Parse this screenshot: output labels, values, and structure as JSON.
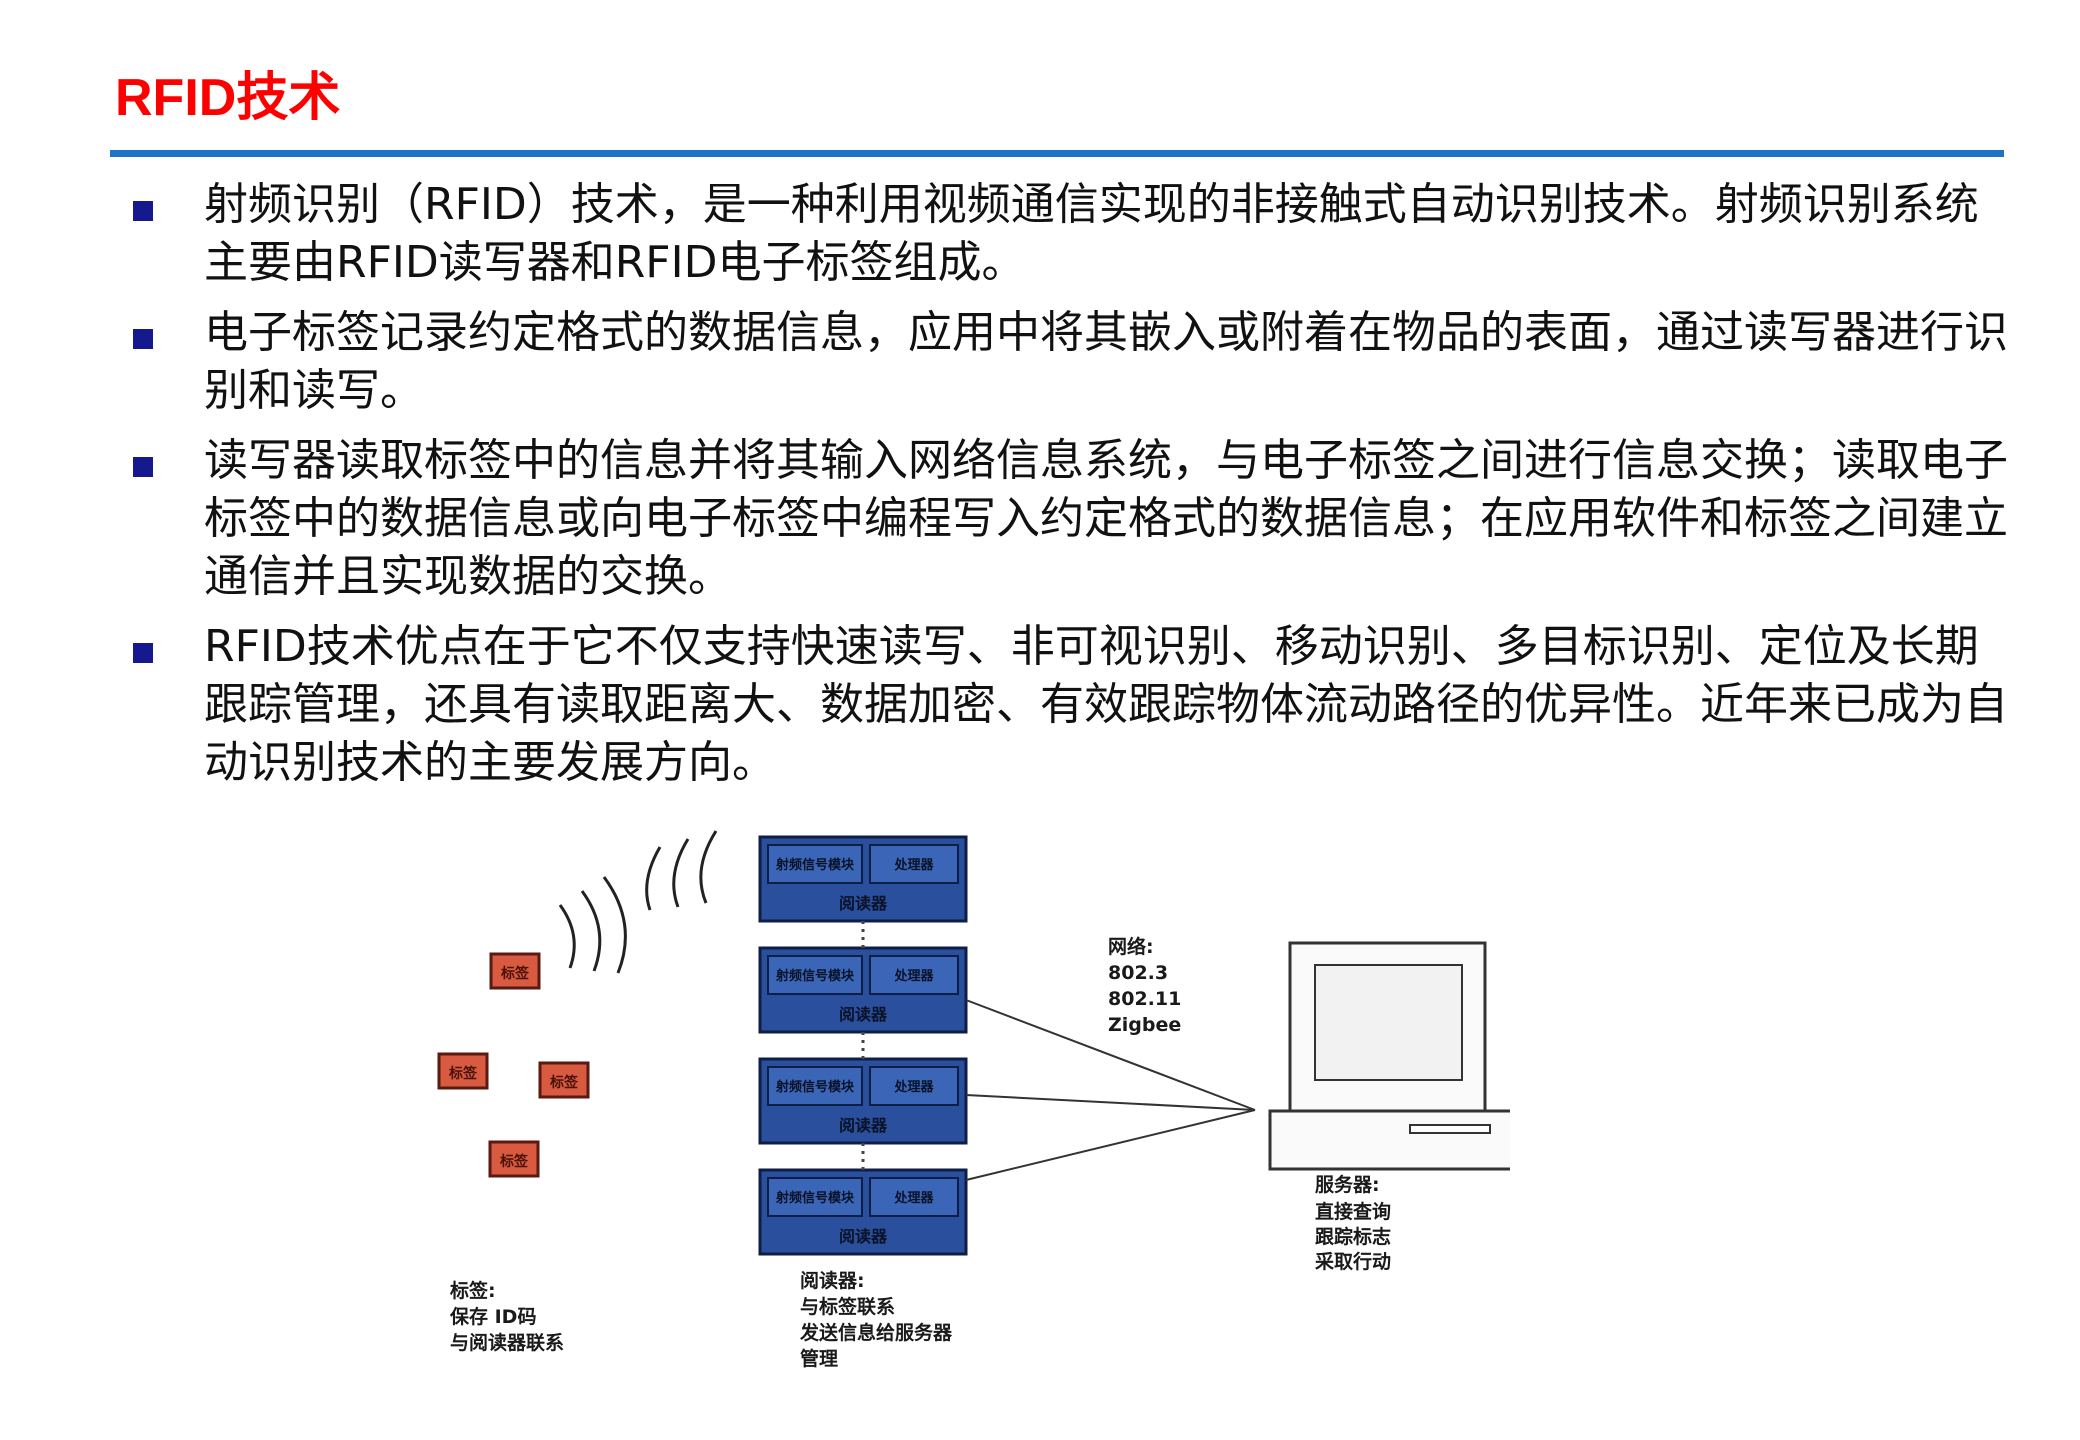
{
  "slide": {
    "title": "RFID技术"
  },
  "bullets": [
    {
      "text": "射频识别（RFID）技术，是一种利用视频通信实现的非接触式自动识别技术。射频识别系统主要由RFID读写器和RFID电子标签组成。"
    },
    {
      "text": "电子标签记录约定格式的数据信息，应用中将其嵌入或附着在物品的表面，通过读写器进行识别和读写。"
    },
    {
      "text": "读写器读取标签中的信息并将其输入网络信息系统，与电子标签之间进行信息交换；读取电子标签中的数据信息或向电子标签中编程写入约定格式的数据信息；在应用软件和标签之间建立通信并且实现数据的交换。"
    },
    {
      "text": "RFID技术优点在于它不仅支持快速读写、非可视识别、移动识别、多目标识别、定位及长期跟踪管理，还具有读取距离大、数据加密、有效跟踪物体流动路径的优异性。近年来已成为自动识别技术的主要发展方向。"
    }
  ],
  "diagram": {
    "tag_label": "标签",
    "reader": {
      "left_module": "射频信号模块",
      "right_module": "处理器",
      "name": "阅读器"
    },
    "network": {
      "heading": "网络:",
      "lines": [
        "802.3",
        "802.11",
        "Zigbee"
      ]
    },
    "server": {
      "heading": "服务器:",
      "lines": [
        "直接查询",
        "跟踪标志",
        "采取行动"
      ]
    },
    "tags_caption": {
      "heading": "标签:",
      "lines": [
        "保存 ID码",
        "与阅读器联系"
      ]
    },
    "reader_caption": {
      "heading": "阅读器:",
      "lines": [
        "与标签联系",
        "发送信息给服务器",
        "管理"
      ]
    },
    "colors": {
      "reader_fill": "#2a4f9c",
      "reader_border": "#0e1e47",
      "tag_fill": "#d85a40",
      "tag_border": "#5a1a10"
    }
  }
}
